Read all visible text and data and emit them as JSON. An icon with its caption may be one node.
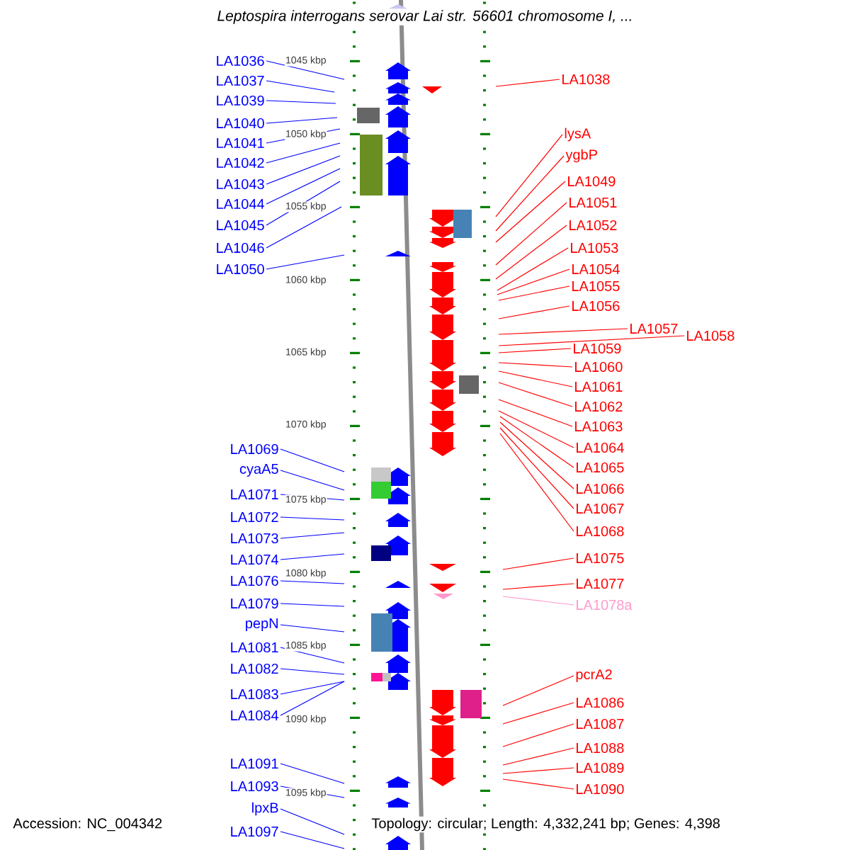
{
  "diagram": {
    "title": "Leptospira interrogans serovar Lai str. 56601 chromosome I, ...",
    "nodes": [
      {
        "text": [
          "LA1036"
        ]
      },
      {
        "text": [
          "LA1037"
        ]
      },
      {
        "text": [
          "LA1039"
        ]
      },
      {
        "text": [
          "LA1040"
        ]
      },
      {
        "text": [
          "LA1041"
        ]
      },
      {
        "text": [
          "LA1042"
        ]
      },
      {
        "text": [
          "LA1043"
        ]
      },
      {
        "text": [
          "LA1044"
        ]
      },
      {
        "text": [
          "LA1045"
        ]
      },
      {
        "text": [
          "LA1046"
        ]
      },
      {
        "text": [
          "LA1050"
        ]
      },
      {
        "text": [
          "LA1069"
        ]
      },
      {
        "text": [
          "cyaA5"
        ]
      },
      {
        "text": [
          "LA1071"
        ]
      },
      {
        "text": [
          "LA1072"
        ]
      },
      {
        "text": [
          "LA1073"
        ]
      },
      {
        "text": [
          "LA1074"
        ]
      },
      {
        "text": [
          "LA1076"
        ]
      },
      {
        "text": [
          "LA1079"
        ]
      },
      {
        "text": [
          "pepN"
        ]
      },
      {
        "text": [
          "LA1081"
        ]
      },
      {
        "text": [
          "LA1082"
        ]
      },
      {
        "text": [
          "LA1083"
        ]
      },
      {
        "text": [
          "LA1084"
        ]
      },
      {
        "text": [
          "LA1091"
        ]
      },
      {
        "text": [
          "LA1093"
        ]
      },
      {
        "text": [
          "lpxB"
        ]
      },
      {
        "text": [
          "LA1097"
        ]
      },
      {
        "text": [
          "LA1038"
        ]
      },
      {
        "text": [
          "lysA"
        ]
      },
      {
        "text": [
          "ygbP"
        ]
      },
      {
        "text": [
          "LA1049"
        ]
      },
      {
        "text": [
          "LA1051"
        ]
      },
      {
        "text": [
          "LA1052"
        ]
      },
      {
        "text": [
          "LA1053"
        ]
      },
      {
        "text": [
          "LA1054"
        ]
      },
      {
        "text": [
          "LA1055"
        ]
      },
      {
        "text": [
          "LA1056"
        ]
      },
      {
        "text": [
          "LA1057"
        ]
      },
      {
        "text": [
          "LA1058"
        ]
      },
      {
        "text": [
          "LA1059"
        ]
      },
      {
        "text": [
          "LA1060"
        ]
      },
      {
        "text": [
          "LA1061"
        ]
      },
      {
        "text": [
          "LA1062"
        ]
      },
      {
        "text": [
          "LA1063"
        ]
      },
      {
        "text": [
          "LA1064"
        ]
      },
      {
        "text": [
          "LA1065"
        ]
      },
      {
        "text": [
          "LA1066"
        ]
      },
      {
        "text": [
          "LA1067"
        ]
      },
      {
        "text": [
          "LA1068"
        ]
      },
      {
        "text": [
          "LA1075"
        ]
      },
      {
        "text": [
          "LA1077"
        ]
      },
      {
        "text": [
          "LA1078a"
        ]
      },
      {
        "text": [
          "pcrA2"
        ]
      },
      {
        "text": [
          "LA1086"
        ]
      },
      {
        "text": [
          "LA1087"
        ]
      },
      {
        "text": [
          "LA1088"
        ]
      },
      {
        "text": [
          "LA1089"
        ]
      },
      {
        "text": [
          "LA1090"
        ]
      }
    ],
    "edges": [
      {
        "from": 0,
        "to": null,
        "arrow": "none",
        "color": "#0000ff"
      },
      {
        "from": 1,
        "to": null,
        "arrow": "none",
        "color": "#0000ff"
      },
      {
        "from": 2,
        "to": null,
        "arrow": "none",
        "color": "#0000ff"
      },
      {
        "from": 3,
        "to": null,
        "arrow": "none",
        "color": "#0000ff"
      },
      {
        "from": 4,
        "to": null,
        "arrow": "none",
        "color": "#0000ff"
      },
      {
        "from": 5,
        "to": null,
        "arrow": "none",
        "color": "#0000ff"
      },
      {
        "from": 6,
        "to": null,
        "arrow": "none",
        "color": "#0000ff"
      },
      {
        "from": 7,
        "to": null,
        "arrow": "none",
        "color": "#0000ff"
      },
      {
        "from": 8,
        "to": null,
        "arrow": "none",
        "color": "#0000ff"
      },
      {
        "from": 9,
        "to": null,
        "arrow": "none",
        "color": "#0000ff"
      },
      {
        "from": 10,
        "to": null,
        "arrow": "none",
        "color": "#0000ff"
      },
      {
        "from": 11,
        "to": null,
        "arrow": "none",
        "color": "#0000ff"
      },
      {
        "from": 12,
        "to": null,
        "arrow": "none",
        "color": "#0000ff"
      },
      {
        "from": 13,
        "to": null,
        "arrow": "none",
        "color": "#0000ff"
      },
      {
        "from": 14,
        "to": null,
        "arrow": "none",
        "color": "#0000ff"
      },
      {
        "from": 15,
        "to": null,
        "arrow": "none",
        "color": "#0000ff"
      },
      {
        "from": 16,
        "to": null,
        "arrow": "none",
        "color": "#0000ff"
      },
      {
        "from": 17,
        "to": null,
        "arrow": "none",
        "color": "#0000ff"
      },
      {
        "from": 18,
        "to": null,
        "arrow": "none",
        "color": "#0000ff"
      },
      {
        "from": 19,
        "to": null,
        "arrow": "none",
        "color": "#0000ff"
      },
      {
        "from": 20,
        "to": null,
        "arrow": "none",
        "color": "#0000ff"
      },
      {
        "from": 21,
        "to": null,
        "arrow": "none",
        "color": "#0000ff"
      },
      {
        "from": 22,
        "to": null,
        "arrow": "none",
        "color": "#0000ff"
      },
      {
        "from": 23,
        "to": null,
        "arrow": "none",
        "color": "#0000ff"
      },
      {
        "from": 24,
        "to": null,
        "arrow": "none",
        "color": "#0000ff"
      },
      {
        "from": 25,
        "to": null,
        "arrow": "none",
        "color": "#0000ff"
      },
      {
        "from": 26,
        "to": null,
        "arrow": "none",
        "color": "#0000ff"
      },
      {
        "from": 27,
        "to": null,
        "arrow": "none",
        "color": "#0000ff"
      },
      {
        "from": 28,
        "to": null,
        "arrow": "none"
      },
      {
        "from": 29,
        "to": null,
        "arrow": "none"
      },
      {
        "from": 30,
        "to": null,
        "arrow": "none"
      },
      {
        "from": 31,
        "to": null,
        "arrow": "none"
      },
      {
        "from": 32,
        "to": null,
        "arrow": "none"
      },
      {
        "from": 33,
        "to": null,
        "arrow": "none"
      },
      {
        "from": 34,
        "to": null,
        "arrow": "none"
      },
      {
        "from": 35,
        "to": null,
        "arrow": "none"
      },
      {
        "from": 36,
        "to": null,
        "arrow": "none"
      },
      {
        "from": 37,
        "to": null,
        "arrow": "none"
      },
      {
        "from": 38,
        "to": null,
        "arrow": "none"
      },
      {
        "from": 39,
        "to": null,
        "arrow": "none"
      },
      {
        "from": 40,
        "to": null,
        "arrow": "none"
      },
      {
        "from": 41,
        "to": null,
        "arrow": "none"
      },
      {
        "from": 42,
        "to": null,
        "arrow": "none"
      },
      {
        "from": 43,
        "to": null,
        "arrow": "none"
      },
      {
        "from": 44,
        "to": null,
        "arrow": "none"
      },
      {
        "from": 45,
        "to": null,
        "arrow": "none"
      },
      {
        "from": 46,
        "to": null,
        "arrow": "none"
      },
      {
        "from": 47,
        "to": null,
        "arrow": "none"
      },
      {
        "from": 48,
        "to": null,
        "arrow": "none"
      },
      {
        "from": 49,
        "to": null,
        "arrow": "none"
      },
      {
        "from": 50,
        "to": null,
        "arrow": "none"
      },
      {
        "from": 51,
        "to": null,
        "arrow": "none"
      },
      {
        "from": 52,
        "to": null,
        "arrow": "none",
        "color": "#ff99cc"
      },
      {
        "from": 53,
        "to": null,
        "arrow": "none"
      },
      {
        "from": 54,
        "to": null,
        "arrow": "none"
      },
      {
        "from": 55,
        "to": null,
        "arrow": "none"
      },
      {
        "from": 56,
        "to": null,
        "arrow": "none"
      },
      {
        "from": 57,
        "to": null,
        "arrow": "none"
      },
      {
        "from": 58,
        "to": null,
        "arrow": "none"
      }
    ],
    "labels": [
      "1045 kbp",
      "1050 kbp",
      "1055 kbp",
      "1060 kbp",
      "1065 kbp",
      "1070 kbp",
      "1075 kbp",
      "1080 kbp",
      "1085 kbp",
      "1090 kbp",
      "1095 kbp",
      "Accession: NC_004342",
      "Topology: circular; Length: 4,332,241 bp; Genes: 4,398"
    ]
  }
}
